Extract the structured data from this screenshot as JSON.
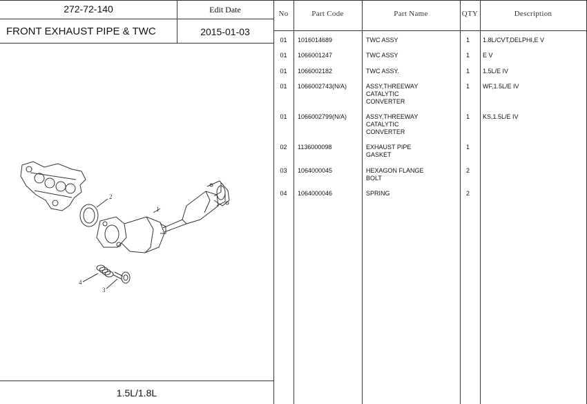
{
  "header": {
    "code": "272-72-140",
    "edit_date_label": "Edit Date",
    "title": "FRONT EXHAUST PIPE & TWC",
    "edit_date": "2015-01-03"
  },
  "footer": {
    "model": "1.5L/1.8L"
  },
  "diagram": {
    "callouts": [
      "1",
      "2",
      "3",
      "4"
    ]
  },
  "table": {
    "headers": {
      "no": "No",
      "part_code": "Part Code",
      "part_name": "Part Name",
      "qty": "QTY",
      "description": "Description"
    },
    "rows": [
      {
        "no": "01",
        "part_code": "1016014689",
        "part_name": "TWC ASSY",
        "qty": "1",
        "description": "1.8L/CVT,DELPHI,E V"
      },
      {
        "no": "01",
        "part_code": "1066001247",
        "part_name": "TWC ASSY",
        "qty": "1",
        "description": "E V"
      },
      {
        "no": "01",
        "part_code": "1066002182",
        "part_name": "TWC ASSY.",
        "qty": "1",
        "description": "1.5L/E IV"
      },
      {
        "no": "01",
        "part_code": "1066002743(N/A)",
        "part_name": "ASSY,THREEWAY\nCATALYTIC\nCONVERTER",
        "qty": "1",
        "description": "WF,1.5L/E IV"
      },
      {
        "no": "01",
        "part_code": "1066002799(N/A)",
        "part_name": "ASSY,THREEWAY\nCATALYTIC\nCONVERTER",
        "qty": "1",
        "description": "KS,1.5L/E IV"
      },
      {
        "no": "02",
        "part_code": "1136000098",
        "part_name": "EXHAUST PIPE\nGASKET",
        "qty": "1",
        "description": ""
      },
      {
        "no": "03",
        "part_code": "1064000045",
        "part_name": "HEXAGON FLANGE\nBOLT",
        "qty": "2",
        "description": ""
      },
      {
        "no": "04",
        "part_code": "1064000046",
        "part_name": "SPRING",
        "qty": "2",
        "description": ""
      }
    ]
  }
}
